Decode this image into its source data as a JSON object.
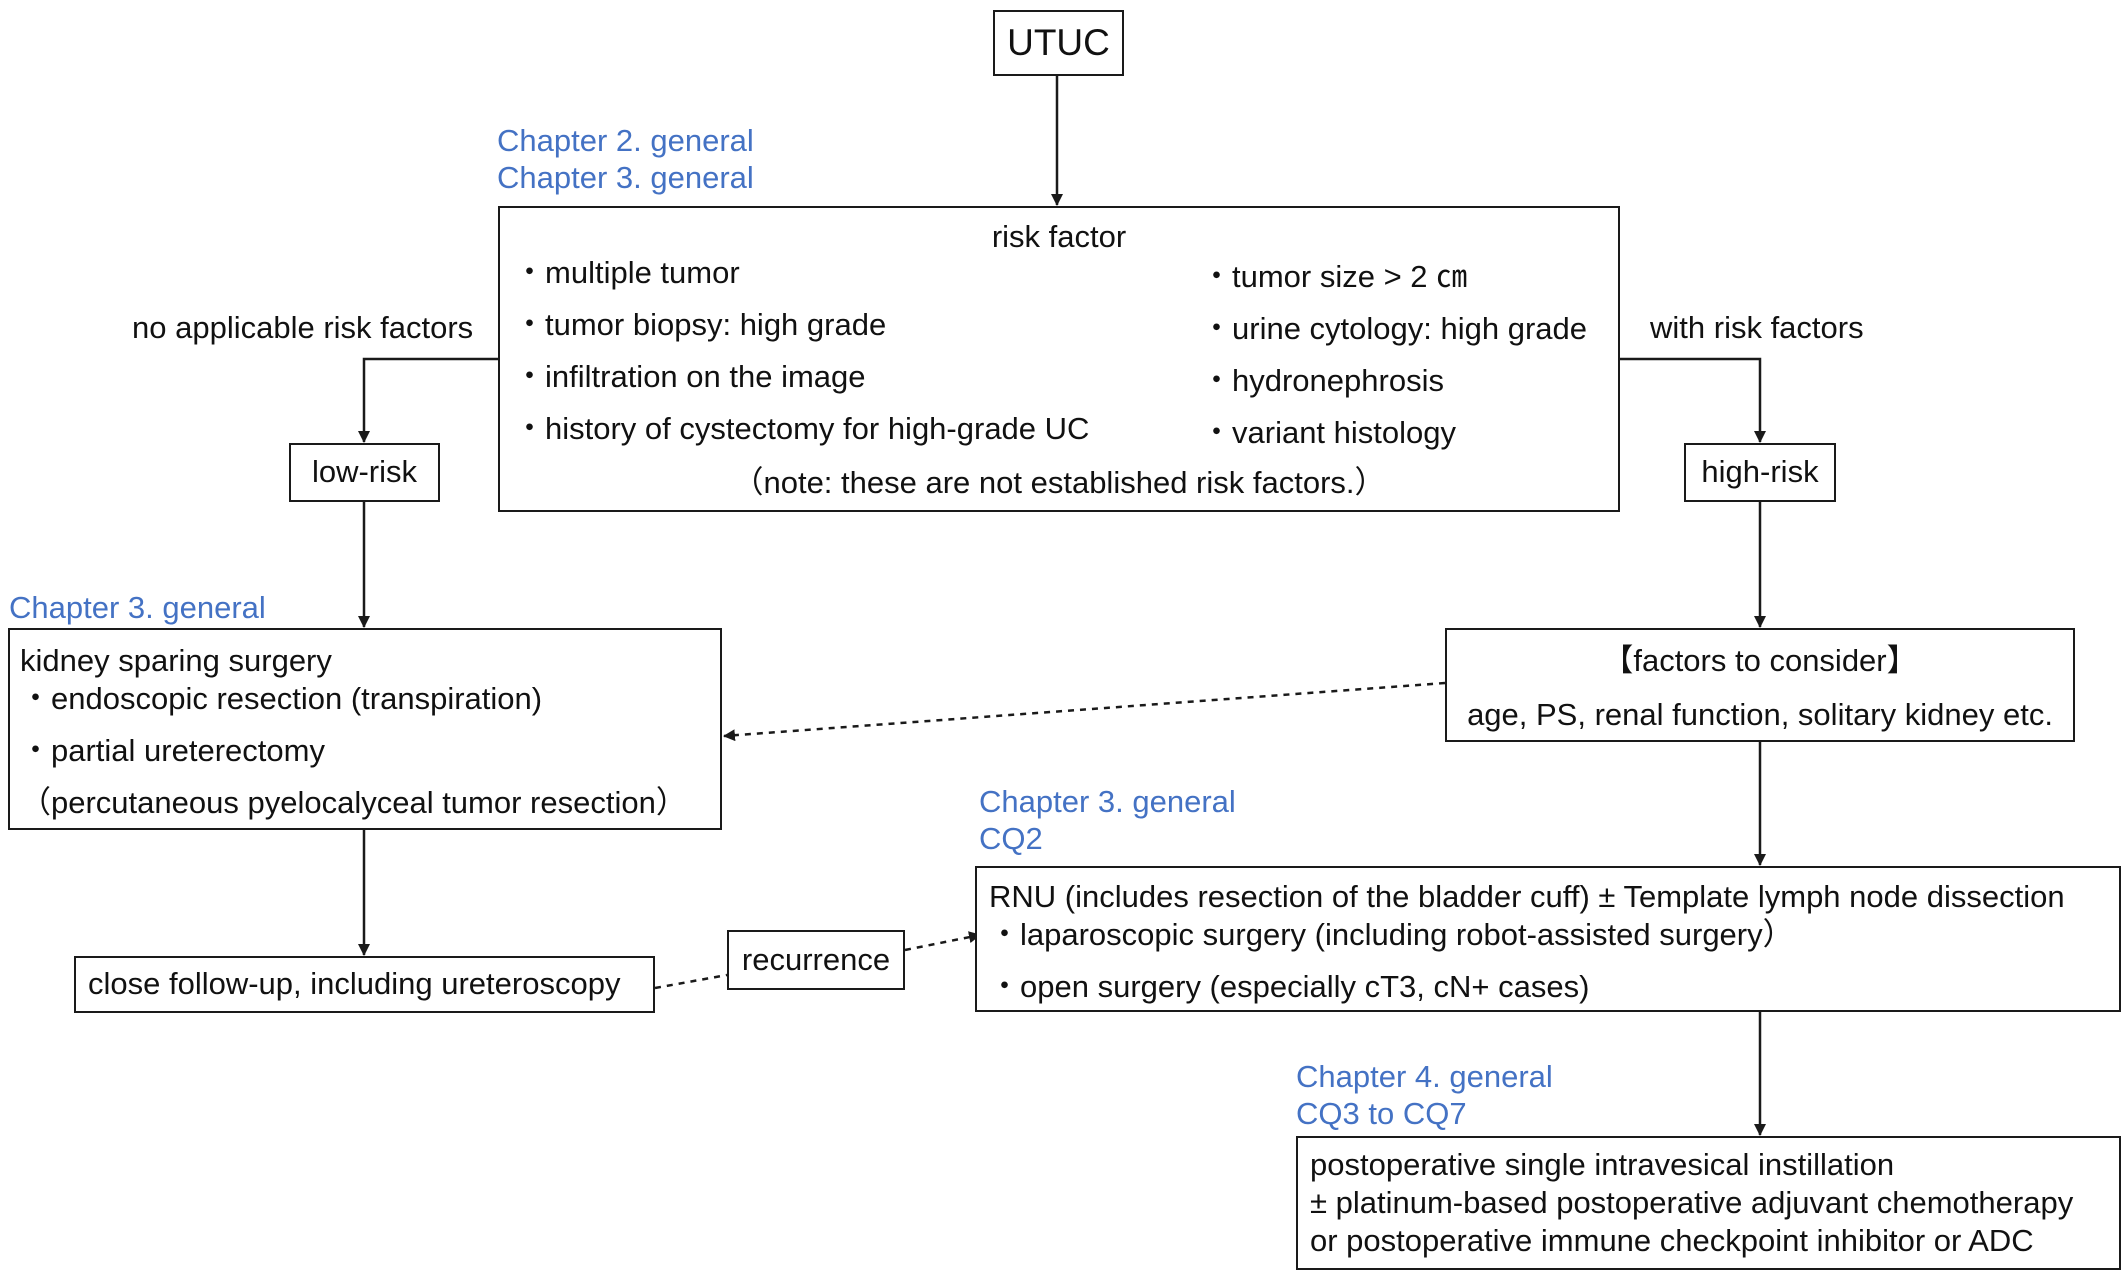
{
  "colors": {
    "reference_text": "#4472c4",
    "text": "#111111",
    "border": "#1a1a1a"
  },
  "nodes": {
    "utuc": "UTUC",
    "risk_factor": {
      "title": "risk factor",
      "left_items": [
        "・multiple tumor",
        "・tumor biopsy: high grade",
        "・infiltration on the image",
        "・history of cystectomy for high-grade UC"
      ],
      "right_items": [
        "・tumor size > 2 ㎝",
        "・urine cytology: high grade",
        "・hydronephrosis",
        "・variant histology"
      ],
      "note": "（note: these are not established risk factors.）"
    },
    "low_risk": "low-risk",
    "high_risk": "high-risk",
    "kidney_sparing": {
      "title": "kidney sparing surgery",
      "items": [
        "・endoscopic resection (transpiration)",
        "・partial ureterectomy",
        "（percutaneous pyelocalyceal tumor resection）"
      ]
    },
    "factors": {
      "title": "【factors to consider】",
      "text": "age, PS, renal function, solitary kidney etc."
    },
    "follow_up": "close follow-up, including ureteroscopy",
    "recurrence": "recurrence",
    "rnu": {
      "title": "RNU (includes resection of the bladder cuff) ± Template lymph node dissection",
      "items": [
        "・laparoscopic surgery (including robot-assisted surgery）",
        "・open surgery (especially cT3, cN+ cases)"
      ]
    },
    "postoperative": {
      "lines": [
        "postoperative single intravesical instillation",
        "± platinum-based postoperative adjuvant chemotherapy",
        "or postoperative immune checkpoint inhibitor or ADC"
      ]
    }
  },
  "edge_labels": {
    "no_risk": "no applicable risk factors",
    "with_risk": "with risk factors"
  },
  "references": {
    "risk_factor": [
      "Chapter 2. general",
      "Chapter 3. general"
    ],
    "kidney_sparing": [
      "Chapter 3. general"
    ],
    "rnu": [
      "Chapter 3. general",
      "CQ2"
    ],
    "postoperative": [
      "Chapter 4. general",
      "CQ3 to CQ7"
    ]
  }
}
